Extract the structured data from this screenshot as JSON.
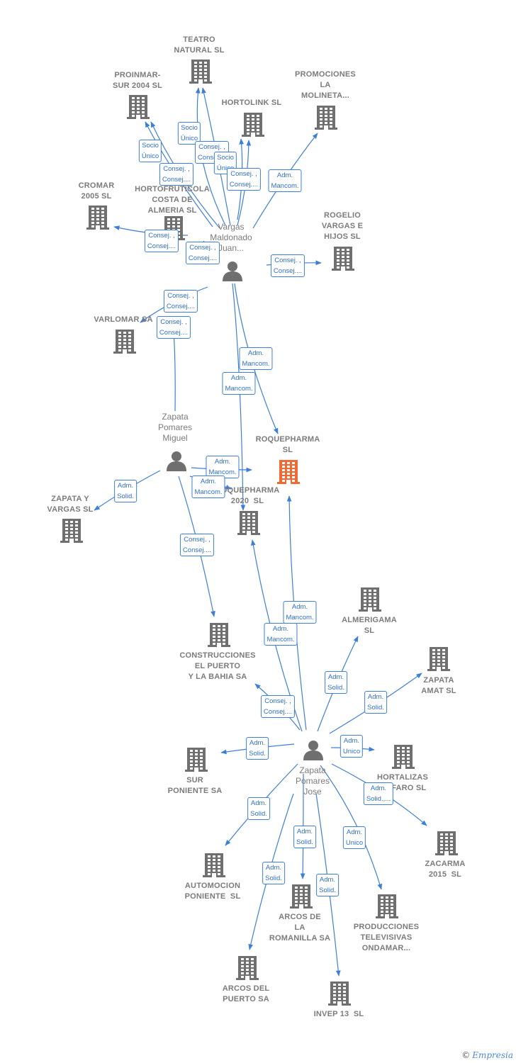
{
  "colors": {
    "building": "#6f6f6f",
    "focus_building": "#f06a35",
    "edge": "#3d7fd6",
    "label": "#7b7b7b"
  },
  "nodes": [
    {
      "id": "teatro",
      "type": "company",
      "label": "TEATRO\nNATURAL SL"
    },
    {
      "id": "proinmar",
      "type": "company",
      "label": "PROINMAR-\nSUR 2004 SL"
    },
    {
      "id": "promociones",
      "type": "company",
      "label": "PROMOCIONES\nLA\nMOLINETA..."
    },
    {
      "id": "hortolink",
      "type": "company",
      "label": "HORTOLINK SL"
    },
    {
      "id": "cromar",
      "type": "company",
      "label": "CROMAR\n2005 SL"
    },
    {
      "id": "hortofruticola",
      "type": "company",
      "label": "HORTOFRUTICOLA\nCOSTA DE\nALMERIA SL"
    },
    {
      "id": "rogelio",
      "type": "company",
      "label": "ROGELIO\nVARGAS E\nHIJOS SL"
    },
    {
      "id": "varlomar",
      "type": "company",
      "label": "VARLOMAR SA"
    },
    {
      "id": "roquepharma",
      "type": "focus",
      "label": "ROQUEPHARMA\nSL"
    },
    {
      "id": "rp2020",
      "type": "company",
      "label": "ROQUEPHARMA\n2020  SL"
    },
    {
      "id": "zapatavargas",
      "type": "company",
      "label": "ZAPATA Y\nVARGAS SL"
    },
    {
      "id": "construcciones",
      "type": "company",
      "label": "CONSTRUCCIONES\nEL PUERTO\nY LA BAHIA SA"
    },
    {
      "id": "almerigama",
      "type": "company",
      "label": "ALMERIGAMA\nSL"
    },
    {
      "id": "zapataamat",
      "type": "company",
      "label": "ZAPATA\nAMAT SL"
    },
    {
      "id": "hortalizas",
      "type": "company",
      "label": "HORTALIZAS\nEL FARO SL"
    },
    {
      "id": "sur",
      "type": "company",
      "label": "SUR\nPONIENTE SA"
    },
    {
      "id": "zacarma",
      "type": "company",
      "label": "ZACARMA\n2015  SL"
    },
    {
      "id": "automocion",
      "type": "company",
      "label": "AUTOMOCION\nPONIENTE  SL"
    },
    {
      "id": "arcosromanilla",
      "type": "company",
      "label": "ARCOS DE\nLA\nROMANILLA SA"
    },
    {
      "id": "producciones",
      "type": "company",
      "label": "PRODUCCIONES\nTELEVISIVAS\nONDAMAR..."
    },
    {
      "id": "arcospuerto",
      "type": "company",
      "label": "ARCOS DEL\nPUERTO SA"
    },
    {
      "id": "invep",
      "type": "company",
      "label": "INVEP 13  SL"
    },
    {
      "id": "vargas",
      "type": "person",
      "label": "Vargas\nMaldonado\nJuan..."
    },
    {
      "id": "zapatamiguel",
      "type": "person",
      "label": "Zapata\nPomares\nMiguel"
    },
    {
      "id": "zapatajose",
      "type": "person",
      "label": "Zapata\nPomares\nJose"
    }
  ],
  "edges": [
    {
      "from": "vargas",
      "to": "teatro",
      "label": "Socio\nÚnico"
    },
    {
      "from": "vargas",
      "to": "teatro",
      "label": "Consej. ,\nConsej...."
    },
    {
      "from": "vargas",
      "to": "proinmar",
      "label": "Socio\nÚnico"
    },
    {
      "from": "vargas",
      "to": "proinmar",
      "label": "Consej. ,\nConsej...."
    },
    {
      "from": "vargas",
      "to": "hortolink",
      "label": "Socio\nÚnico"
    },
    {
      "from": "vargas",
      "to": "hortolink",
      "label": "Consej. ,\nConsej...."
    },
    {
      "from": "vargas",
      "to": "promociones",
      "label": "Adm.\nMancom."
    },
    {
      "from": "vargas",
      "to": "cromar",
      "label": "Consej. ,\nConsej...."
    },
    {
      "from": "vargas",
      "to": "hortofruticola",
      "label": "Consej. ,\nConsej...."
    },
    {
      "from": "vargas",
      "to": "rogelio",
      "label": "Consej. ,\nConsej...."
    },
    {
      "from": "vargas",
      "to": "varlomar",
      "label": "Consej. ,\nConsej...."
    },
    {
      "from": "vargas",
      "to": "roquepharma",
      "label": "Adm.\nMancom."
    },
    {
      "from": "vargas",
      "to": "rp2020",
      "label": "Adm.\nMancom."
    },
    {
      "from": "zapatamiguel",
      "to": "varlomar",
      "label": "Consej. ,\nConsej...."
    },
    {
      "from": "zapatamiguel",
      "to": "roquepharma",
      "label": "Adm.\nMancom."
    },
    {
      "from": "zapatamiguel",
      "to": "rp2020",
      "label": "Adm.\nMancom."
    },
    {
      "from": "zapatamiguel",
      "to": "zapatavargas",
      "label": "Adm.\nSolid."
    },
    {
      "from": "zapatamiguel",
      "to": "construcciones",
      "label": "Consej. ,\nConsej...."
    },
    {
      "from": "zapatajose",
      "to": "roquepharma",
      "label": "Adm.\nMancom."
    },
    {
      "from": "zapatajose",
      "to": "rp2020",
      "label": "Adm.\nMancom."
    },
    {
      "from": "zapatajose",
      "to": "construcciones",
      "label": "Consej. ,\nConsej...."
    },
    {
      "from": "zapatajose",
      "to": "almerigama",
      "label": "Adm.\nSolid."
    },
    {
      "from": "zapatajose",
      "to": "zapataamat",
      "label": "Adm.\nSolid."
    },
    {
      "from": "zapatajose",
      "to": "hortalizas",
      "label": "Adm.\nUnico"
    },
    {
      "from": "zapatajose",
      "to": "sur",
      "label": "Adm.\nSolid."
    },
    {
      "from": "zapatajose",
      "to": "zacarma",
      "label": "Adm.\nSolid.,..."
    },
    {
      "from": "zapatajose",
      "to": "automocion",
      "label": "Adm.\nSolid."
    },
    {
      "from": "zapatajose",
      "to": "arcosromanilla",
      "label": "Adm.\nSolid."
    },
    {
      "from": "zapatajose",
      "to": "producciones",
      "label": "Adm.\nUnico"
    },
    {
      "from": "zapatajose",
      "to": "arcospuerto",
      "label": "Adm.\nSolid."
    },
    {
      "from": "zapatajose",
      "to": "invep",
      "label": "Adm.\nSolid."
    }
  ],
  "footer": {
    "copyright": "©",
    "brand": "Empresia"
  }
}
